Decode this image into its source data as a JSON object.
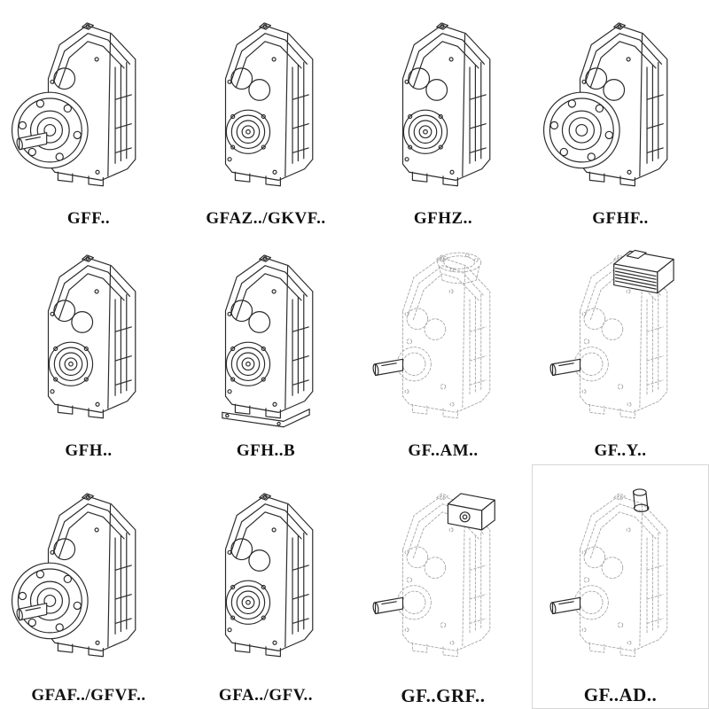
{
  "page": {
    "background": "#ffffff",
    "line_color": "#2b2b2b",
    "hidden_line_color": "#a8a8a8",
    "label_color": "#111111"
  },
  "catalog": {
    "items": [
      {
        "label": "GFF..",
        "drawing": "gearbox-flange-with-shaft"
      },
      {
        "label": "GFAZ../GKVF..",
        "drawing": "gearbox-hollow-shaft"
      },
      {
        "label": "GFHZ..",
        "drawing": "gearbox-hollow-shaft"
      },
      {
        "label": "GFHF..",
        "drawing": "gearbox-flange"
      },
      {
        "label": "GFH..",
        "drawing": "gearbox-hollow-shaft"
      },
      {
        "label": "GFH..B",
        "drawing": "gearbox-hollow-shaft-base"
      },
      {
        "label": "GF..AM..",
        "drawing": "gearbox-input-flange-phantom"
      },
      {
        "label": "GF..Y..",
        "drawing": "gearbox-motor-phantom"
      },
      {
        "label": "GFAF../GFVF..",
        "drawing": "gearbox-flange-with-shaft"
      },
      {
        "label": "GFA../GFV..",
        "drawing": "gearbox-hollow-shaft"
      },
      {
        "label": "GF..GRF..",
        "drawing": "gearbox-adapter-phantom"
      },
      {
        "label": "GF..AD..",
        "drawing": "gearbox-input-shaft-phantom"
      }
    ]
  }
}
